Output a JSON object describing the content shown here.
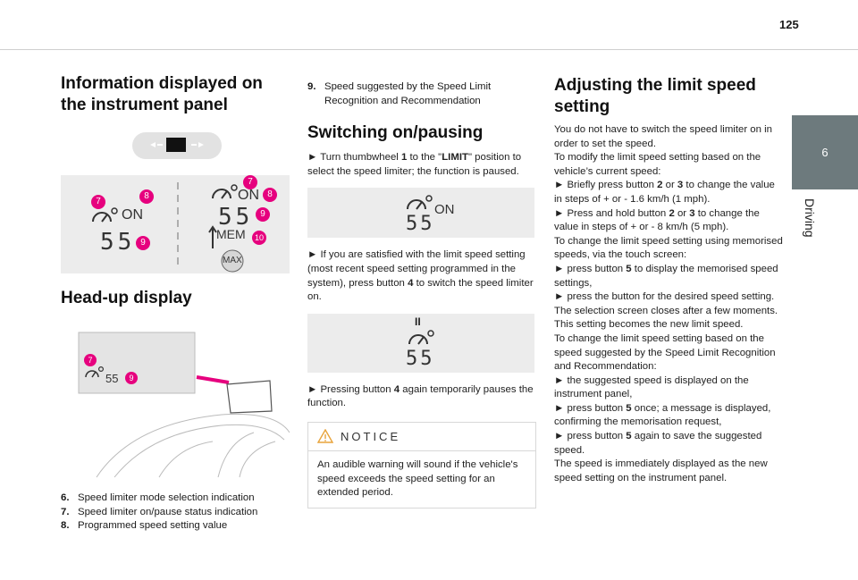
{
  "page": {
    "number": "125",
    "chapter_number": "6",
    "chapter_title": "Driving"
  },
  "col1": {
    "heading1": "Information displayed on the instrument panel",
    "fig_panel": {
      "left_badges": [
        "7",
        "8",
        "9"
      ],
      "right_badges": [
        "7",
        "8",
        "9",
        "10"
      ],
      "on_label": "ON",
      "speed": "55",
      "mem_label": "MEM",
      "max_label": "MAX"
    },
    "heading2": "Head-up display",
    "fig_hud": {
      "badges": [
        "7",
        "9"
      ],
      "speed": "55"
    },
    "items": [
      {
        "num": "6.",
        "text": "Speed limiter mode selection indication"
      },
      {
        "num": "7.",
        "text": "Speed limiter on/pause status indication"
      },
      {
        "num": "8.",
        "text": "Programmed speed setting value"
      }
    ]
  },
  "col2": {
    "item9_num": "9.",
    "item9_text": "Speed suggested by the Speed Limit Recognition and Recommendation",
    "heading": "Switching on/pausing",
    "p1": {
      "pre": "► Turn thumbwheel ",
      "b1": "1",
      "mid": " to the \"",
      "b2": "LIMIT",
      "post": "\" position to select the speed limiter; the function is paused."
    },
    "fig1": {
      "on_label": "ON",
      "speed": "55"
    },
    "p2": {
      "pre": "► If you are satisfied with the limit speed setting (most recent speed setting programmed in the system), press button ",
      "b1": "4",
      "post": " to switch the speed limiter on."
    },
    "fig2": {
      "pause_label": "II",
      "speed": "55"
    },
    "p3": {
      "pre": "► Pressing button ",
      "b1": "4",
      "post": " again temporarily pauses the function."
    },
    "notice": {
      "title": "NOTICE",
      "text": "An audible warning will sound if the vehicle's speed exceeds the speed setting for an extended period."
    }
  },
  "col3": {
    "heading": "Adjusting the limit speed setting",
    "lines": {
      "l1": "You do not have to switch the speed limiter on in order to set the speed.",
      "l2": "To modify the limit speed setting based on the vehicle’s current speed:",
      "l3": {
        "pre": "► Briefly press button ",
        "b1": "2",
        "mid": " or ",
        "b2": "3",
        "post": " to change the value in steps of + or - 1.6 km/h (1 mph)."
      },
      "l4": {
        "pre": "► Press and hold button ",
        "b1": "2",
        "mid": " or ",
        "b2": "3",
        "post": " to change the value in steps of + or - 8 km/h (5 mph)."
      },
      "l5": "To change the limit speed setting using memorised speeds, via the touch screen:",
      "l6": {
        "pre": "► press button ",
        "b1": "5",
        "post": " to display the memorised speed settings,"
      },
      "l7": "► press the button for the desired speed setting.",
      "l8": "The selection screen closes after a few moments.",
      "l9": "This setting becomes the new limit speed.",
      "l10": "To change the limit speed setting based on the speed suggested by the Speed Limit Recognition and Recommendation:",
      "l11": "► the suggested speed is displayed on the instrument panel,",
      "l12": {
        "pre": "► press button ",
        "b1": "5",
        "post": " once; a message is displayed, confirming the memorisation request,"
      },
      "l13": {
        "pre": "► press button ",
        "b1": "5",
        "post": " again to save the suggested speed."
      },
      "l14": "The speed is immediately displayed as the new speed setting on the instrument panel."
    }
  },
  "colors": {
    "badge": "#e6007e",
    "chapter_tab": "#6d7a7d",
    "figure_bg": "#ececec",
    "notice_icon": "#e8a33a"
  }
}
